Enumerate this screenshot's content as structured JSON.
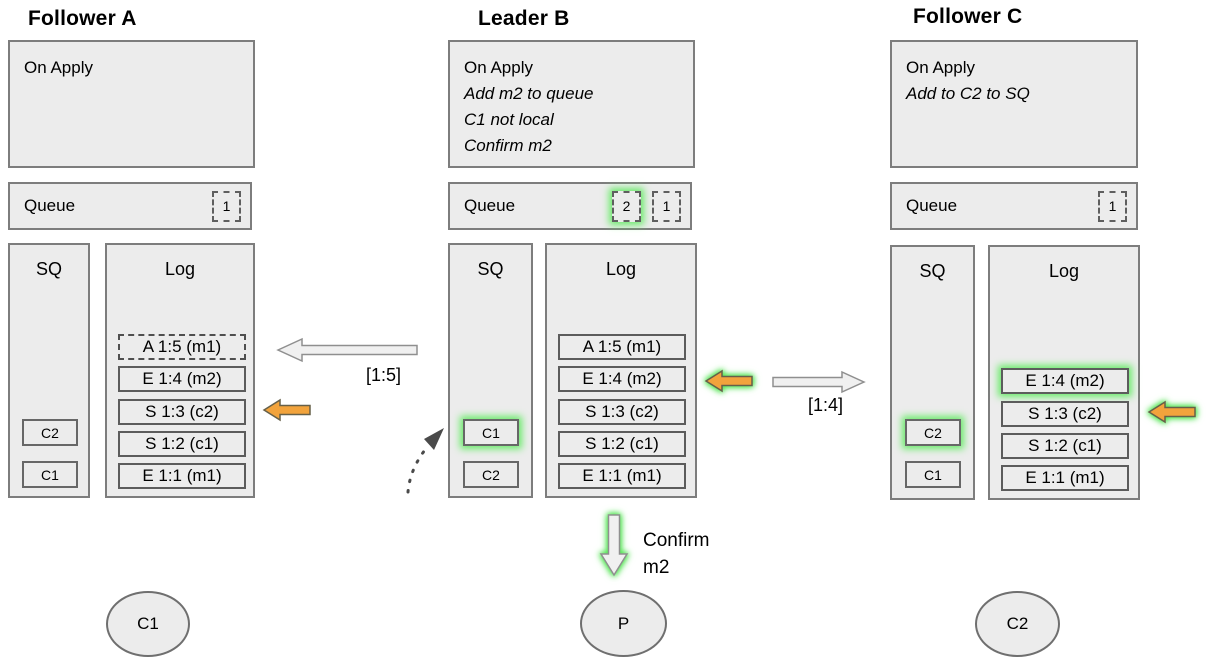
{
  "colors": {
    "panel_fill": "#ececec",
    "panel_border": "#7d7d7d",
    "accent_orange": "#f2a33c",
    "glow_green": "#6ceb6c"
  },
  "followerA": {
    "title": "Follower A",
    "on_apply": {
      "title": "On Apply",
      "lines": []
    },
    "queue": {
      "label": "Queue",
      "items": [
        {
          "value": "1",
          "highlight": false
        }
      ]
    },
    "sq": {
      "label": "SQ",
      "items": [
        {
          "value": "C2",
          "highlight": false
        },
        {
          "value": "C1",
          "highlight": false
        }
      ]
    },
    "log": {
      "label": "Log",
      "entries": [
        {
          "text": "A 1:5 (m1)",
          "style": "dashed",
          "highlight": false
        },
        {
          "text": "E 1:4 (m2)",
          "style": "solid",
          "highlight": false
        },
        {
          "text": "S 1:3 (c2)",
          "style": "solid",
          "highlight": false
        },
        {
          "text": "S 1:2 (c1)",
          "style": "solid",
          "highlight": false
        },
        {
          "text": "E 1:1 (m1)",
          "style": "solid",
          "highlight": false
        }
      ]
    },
    "node": "C1"
  },
  "leaderB": {
    "title": "Leader B",
    "on_apply": {
      "title": "On Apply",
      "lines": [
        "Add m2 to queue",
        "C1 not local",
        "Confirm m2"
      ]
    },
    "queue": {
      "label": "Queue",
      "items": [
        {
          "value": "2",
          "highlight": true
        },
        {
          "value": "1",
          "highlight": false
        }
      ]
    },
    "sq": {
      "label": "SQ",
      "items": [
        {
          "value": "C1",
          "highlight": true
        },
        {
          "value": "C2",
          "highlight": false
        }
      ]
    },
    "log": {
      "label": "Log",
      "entries": [
        {
          "text": "A 1:5 (m1)",
          "style": "solid",
          "highlight": false
        },
        {
          "text": "E 1:4 (m2)",
          "style": "solid",
          "highlight": false
        },
        {
          "text": "S 1:3 (c2)",
          "style": "solid",
          "highlight": false
        },
        {
          "text": "S 1:2 (c1)",
          "style": "solid",
          "highlight": false
        },
        {
          "text": "E 1:1 (m1)",
          "style": "solid",
          "highlight": false
        }
      ]
    },
    "node": "P"
  },
  "followerC": {
    "title": "Follower C",
    "on_apply": {
      "title": "On Apply",
      "lines": [
        "Add to C2 to SQ"
      ]
    },
    "queue": {
      "label": "Queue",
      "items": [
        {
          "value": "1",
          "highlight": false
        }
      ]
    },
    "sq": {
      "label": "SQ",
      "items": [
        {
          "value": "C2",
          "highlight": true
        },
        {
          "value": "C1",
          "highlight": false
        }
      ]
    },
    "log": {
      "label": "Log",
      "entries": [
        {
          "text": "E 1:4 (m2)",
          "style": "solid",
          "highlight": true
        },
        {
          "text": "S 1:3 (c2)",
          "style": "solid",
          "highlight": false
        },
        {
          "text": "S 1:2 (c1)",
          "style": "solid",
          "highlight": false
        },
        {
          "text": "E 1:1 (m1)",
          "style": "solid",
          "highlight": false
        }
      ]
    },
    "node": "C2"
  },
  "arrows": {
    "replicate_to_a": {
      "label": "[1:5]",
      "direction": "left",
      "type": "white",
      "highlight": false
    },
    "apply_a": {
      "type": "orange",
      "direction": "left",
      "highlight": false
    },
    "apply_b": {
      "type": "orange",
      "direction": "left",
      "highlight": true
    },
    "replicate_to_c": {
      "label": "[1:4]",
      "direction": "right",
      "type": "white",
      "highlight": false
    },
    "apply_c": {
      "type": "orange",
      "direction": "left",
      "highlight": true
    },
    "confirm": {
      "label_line1": "Confirm",
      "label_line2": "m2",
      "direction": "down",
      "type": "white",
      "highlight": true
    },
    "dotted_to_sq": {
      "type": "dotted",
      "direction": "up-right"
    }
  }
}
